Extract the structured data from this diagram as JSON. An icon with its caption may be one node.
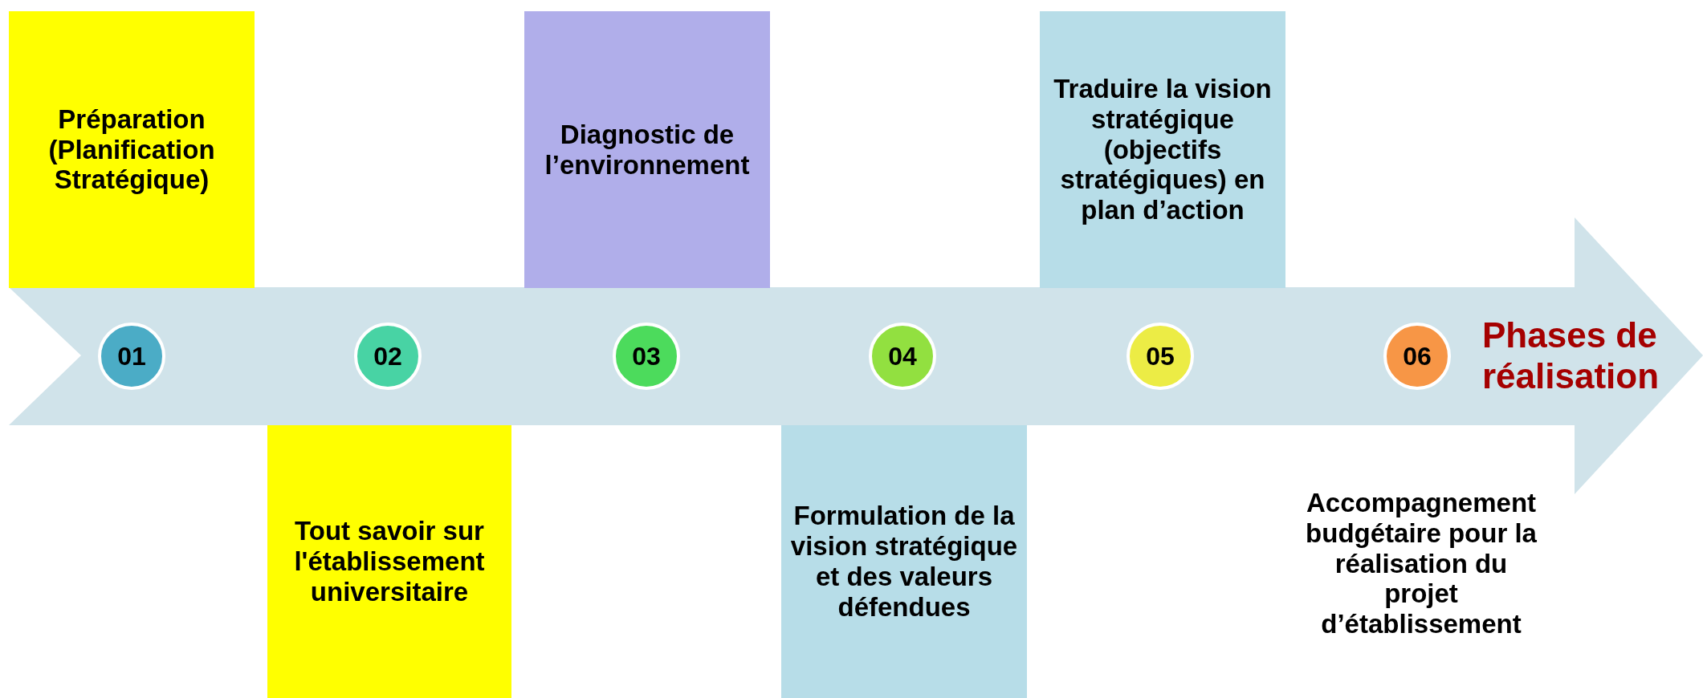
{
  "diagram": {
    "nodes": [
      {
        "text": [
          "Phases de réalisation"
        ]
      },
      {
        "text": [
          "01"
        ],
        "in": 0
      },
      {
        "text": [
          "02"
        ],
        "in": 0
      },
      {
        "text": [
          "03"
        ],
        "in": 0
      },
      {
        "text": [
          "04"
        ],
        "in": 0
      },
      {
        "text": [
          "05"
        ],
        "in": 0
      },
      {
        "text": [
          "06"
        ],
        "in": 0
      },
      {
        "text": [
          "Préparation (Planification Stratégique)"
        ]
      },
      {
        "text": [
          "Tout savoir sur l'établissement universitaire"
        ]
      },
      {
        "text": [
          "Diagnostic de l’environnement"
        ]
      },
      {
        "text": [
          "Formulation de la vision stratégique et des valeurs défendues"
        ]
      },
      {
        "text": [
          "Traduire la vision stratégique (objectifs stratégiques) en plan d’action"
        ]
      },
      {
        "text": [
          "Accompagnement budgétaire pour la réalisation du projet d’établissement"
        ]
      }
    ],
    "edges": []
  }
}
